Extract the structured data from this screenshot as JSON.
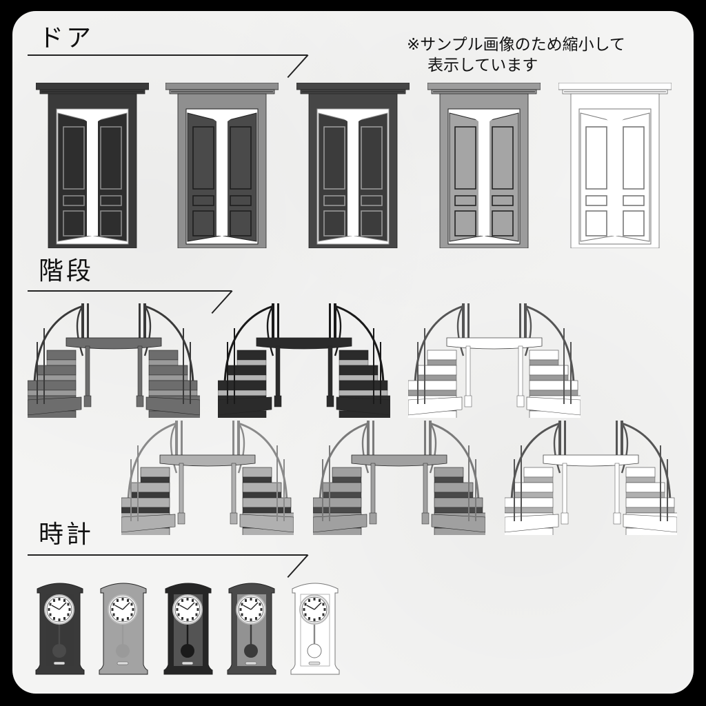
{
  "sections": {
    "doors": {
      "title": "ドア"
    },
    "stairs": {
      "title": "階段"
    },
    "clocks": {
      "title": "時計"
    }
  },
  "note": {
    "line1": "※サンプル画像のため縮小して",
    "line2": "表示しています"
  },
  "doors": [
    {
      "variant": "dark-marble",
      "frame": "#3a3a3a",
      "leaf": "#2e2e2e",
      "trim": "#8a8a8a"
    },
    {
      "variant": "gray-marble",
      "frame": "#8f8f8f",
      "leaf": "#4a4a4a",
      "trim": "#1e1e1e"
    },
    {
      "variant": "dark-canvas",
      "frame": "#464646",
      "leaf": "#3c3c3c",
      "trim": "#9a9a9a"
    },
    {
      "variant": "light-canvas",
      "frame": "#9c9c9c",
      "leaf": "#a5a5a5",
      "trim": "#222222"
    },
    {
      "variant": "line-art",
      "frame": "#ffffff",
      "leaf": "#ffffff",
      "trim": "#777777"
    }
  ],
  "stairs": [
    {
      "variant": "canvas-gray",
      "body": "#6d6d6d",
      "tread": "#9a9a9a",
      "rail": "#3a3a3a"
    },
    {
      "variant": "dark-marble",
      "body": "#2b2b2b",
      "tread": "#b5b5b5",
      "rail": "#1a1a1a"
    },
    {
      "variant": "line-art",
      "body": "#ffffff",
      "tread": "#9a9a9a",
      "rail": "#555555"
    },
    {
      "variant": "light-canvas",
      "body": "#b0b0b0",
      "tread": "#3a3a3a",
      "rail": "#8a8a8a"
    },
    {
      "variant": "gray-marble",
      "body": "#a0a0a0",
      "tread": "#4a4a4a",
      "rail": "#7a7a7a"
    },
    {
      "variant": "line-art-2",
      "body": "#ffffff",
      "tread": "#b0b0b0",
      "rail": "#555555"
    }
  ],
  "clocks": [
    {
      "variant": "dark-canvas",
      "case": "#3a3a3a",
      "panel": "#3a3a3a",
      "pendulum": "#4a4a4a"
    },
    {
      "variant": "light-canvas",
      "case": "#a3a3a3",
      "panel": "#a3a3a3",
      "pendulum": "#9a9a9a"
    },
    {
      "variant": "dark-marble",
      "case": "#262626",
      "panel": "#5a5a5a",
      "pendulum": "#1a1a1a"
    },
    {
      "variant": "gray-marble",
      "case": "#4a4a4a",
      "panel": "#9a9a9a",
      "pendulum": "#3a3a3a"
    },
    {
      "variant": "line-art",
      "case": "#ffffff",
      "panel": "#ffffff",
      "pendulum": "#ffffff"
    }
  ]
}
